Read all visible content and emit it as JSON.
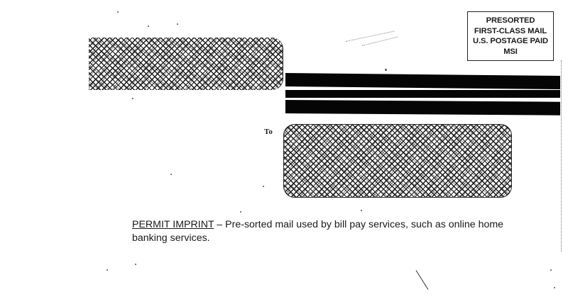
{
  "postage_indicia": {
    "lines": [
      "PRESORTED",
      "FIRST-CLASS MAIL",
      "U.S. POSTAGE PAID",
      "MSI"
    ]
  },
  "envelope": {
    "return_address_window": "redacted (crosshatch pattern)",
    "recipient_label": "To",
    "recipient_window": "redacted (crosshatch pattern)",
    "barcode_bars": 3
  },
  "caption": {
    "term": "PERMIT IMPRINT",
    "separator": " – ",
    "description": "Pre-sorted mail used by bill pay services, such as online home banking services."
  },
  "colors": {
    "ink": "#1c1c1c",
    "paper": "#ffffff",
    "redaction_bar": "#050505"
  }
}
